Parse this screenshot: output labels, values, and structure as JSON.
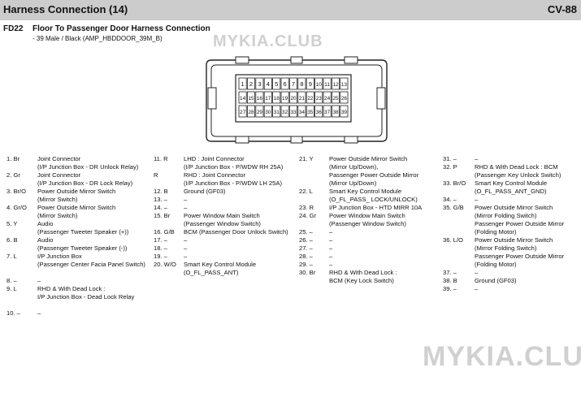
{
  "header": {
    "title": "Harness Connection (14)",
    "page_code": "CV-88"
  },
  "connector": {
    "code": "FD22",
    "name": "Floor To Passenger Door Harness Connection",
    "spec": "- 39 Male / Black (AMP_HBDDOOR_39M_B)",
    "pin_rows": [
      [
        "1",
        "2",
        "3",
        "4",
        "5",
        "6",
        "7",
        "8",
        "9",
        "10",
        "11",
        "12",
        "13"
      ],
      [
        "14",
        "15",
        "16",
        "17",
        "18",
        "19",
        "20",
        "21",
        "22",
        "23",
        "24",
        "25",
        "26"
      ],
      [
        "27",
        "28",
        "29",
        "30",
        "31",
        "32",
        "33",
        "34",
        "35",
        "36",
        "37",
        "38",
        "39"
      ]
    ]
  },
  "watermarks": {
    "top": "MYKIA.CLUB",
    "bottom": "MYKIA.CLUB"
  },
  "pins": [
    [
      [
        "1. Br",
        "Joint Connector"
      ],
      [
        "",
        "(I/P Junction Box - DR Unlock Relay)"
      ],
      [
        "2. Gr",
        "Joint Connector"
      ],
      [
        "",
        "(I/P Junction Box - DR Lock Relay)"
      ],
      [
        "3. Br/O",
        "Power Outside Mirror Switch"
      ],
      [
        "",
        "(Mirror Switch)"
      ],
      [
        "4. Gr/O",
        "Power Outside Mirror Switch"
      ],
      [
        "",
        "(Mirror Switch)"
      ],
      [
        "5. Y",
        "Audio"
      ],
      [
        "",
        "(Passenger Tweeter Speaker (+))"
      ],
      [
        "6. B",
        "Audio"
      ],
      [
        "",
        "(Passenger Tweeter Speaker (-))"
      ],
      [
        "7. L",
        "I/P Junction Box"
      ],
      [
        "",
        "(Passenger Center Facia Panel Switch)"
      ],
      [
        "",
        ""
      ],
      [
        "8. –",
        "–"
      ],
      [
        "9. L",
        "RHD & With Dead Lock :"
      ],
      [
        "",
        "I/P Junction Box - Dead Lock Relay"
      ],
      [
        "",
        ""
      ],
      [
        "10. –",
        "–"
      ]
    ],
    [
      [
        "11. R",
        "LHD : Joint Connector"
      ],
      [
        "",
        "(I/P Junction Box - P/WDW RH 25A)"
      ],
      [
        "R",
        "RHD : Joint Connector"
      ],
      [
        "",
        "(I/P Junction Box - P/WDW LH 25A)"
      ],
      [
        "12. B",
        "Ground (GF03)"
      ],
      [
        "13. –",
        "–"
      ],
      [
        "14. –",
        "–"
      ],
      [
        "15. Br",
        "Power Window Main Switch"
      ],
      [
        "",
        "(Passenger Window Switch)"
      ],
      [
        "16. G/B",
        "BCM (Passenger Door Unlock Switch)"
      ],
      [
        "17. –",
        "–"
      ],
      [
        "18. –",
        "–"
      ],
      [
        "19. –",
        "–"
      ],
      [
        "20. W/O",
        "Smart Key Control Module"
      ],
      [
        "",
        "(O_FL_PASS_ANT)"
      ]
    ],
    [
      [
        "21. Y",
        "Power Outside Mirror Switch"
      ],
      [
        "",
        "(Mirror Up/Down),"
      ],
      [
        "",
        "Passenger Power Outside Mirror"
      ],
      [
        "",
        "(Mirror Up/Down)"
      ],
      [
        "22. L",
        "Smart Key Control Module"
      ],
      [
        "",
        "(O_FL_PASS_ LOCK/UNLOCK)"
      ],
      [
        "23. R",
        "I/P Junction Box - HTD MIRR 10A"
      ],
      [
        "24. Gr",
        "Power Window Main Switch"
      ],
      [
        "",
        "(Passenger Window Switch)"
      ],
      [
        "25. –",
        "–"
      ],
      [
        "26. –",
        "–"
      ],
      [
        "27. –",
        "–"
      ],
      [
        "28. –",
        "–"
      ],
      [
        "29. –",
        "–"
      ],
      [
        "30. Br",
        "RHD & With Dead Lock :"
      ],
      [
        "",
        "BCM (Key Lock Switch)"
      ]
    ],
    [
      [
        "31. –",
        "–"
      ],
      [
        "32. P",
        "RHD & With Dead Lock : BCM"
      ],
      [
        "",
        "(Passenger Key Unlock Switch)"
      ],
      [
        "33. Br/O",
        "Smart Key Control Module"
      ],
      [
        "",
        "(O_FL_PASS_ANT_GND)"
      ],
      [
        "34. –",
        "–"
      ],
      [
        "35. G/B",
        "Power Outside Mirror Switch"
      ],
      [
        "",
        "(Mirror Folding Switch)"
      ],
      [
        "",
        "Passenger Power Outside Mirror"
      ],
      [
        "",
        "(Folding Motor)"
      ],
      [
        "36. L/O",
        "Power Outside Mirror Switch"
      ],
      [
        "",
        "(Mirror Folding Switch)"
      ],
      [
        "",
        "Passenger Power Outside Mirror"
      ],
      [
        "",
        "(Folding Motor)"
      ],
      [
        "37. –",
        "–"
      ],
      [
        "38. B",
        "Ground (GF03)"
      ],
      [
        "39. –",
        "–"
      ]
    ]
  ]
}
